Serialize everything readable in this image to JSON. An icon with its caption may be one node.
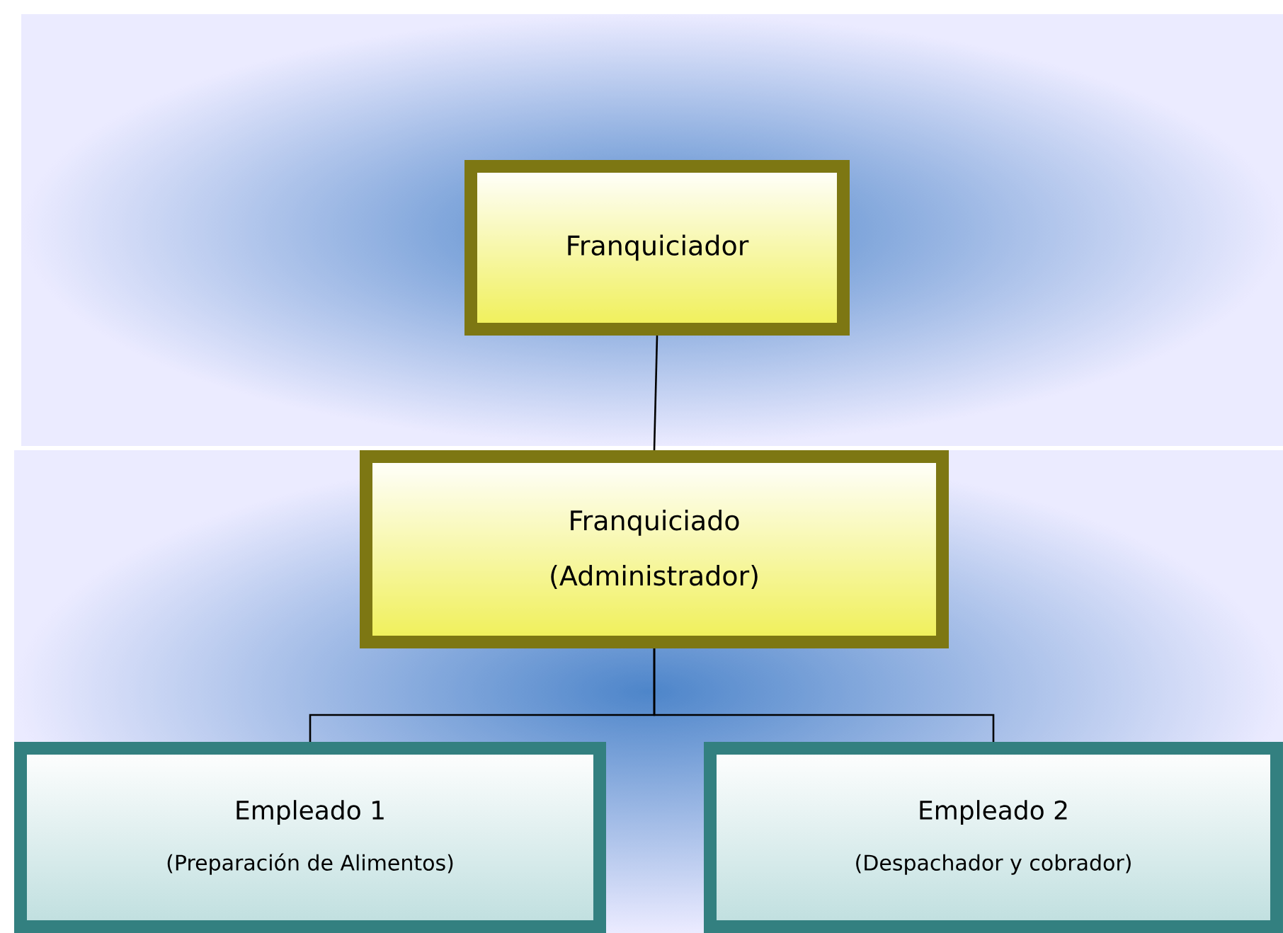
{
  "diagram": {
    "nodes": [
      {
        "text": [
          "Franquiciador"
        ]
      },
      {
        "text": [
          "Franquiciado",
          "(Administrador)"
        ]
      },
      {
        "text": [
          "Empleado 1",
          "(Preparación de Alimentos)"
        ]
      },
      {
        "text": [
          "Empleado 2",
          "(Despachador y cobrador)"
        ]
      }
    ],
    "edges": [
      {
        "from": 0,
        "to": 1,
        "arrow": "none"
      },
      {
        "from": 1,
        "to": 2,
        "arrow": "none"
      },
      {
        "from": 1,
        "to": 3,
        "arrow": "none"
      }
    ]
  }
}
